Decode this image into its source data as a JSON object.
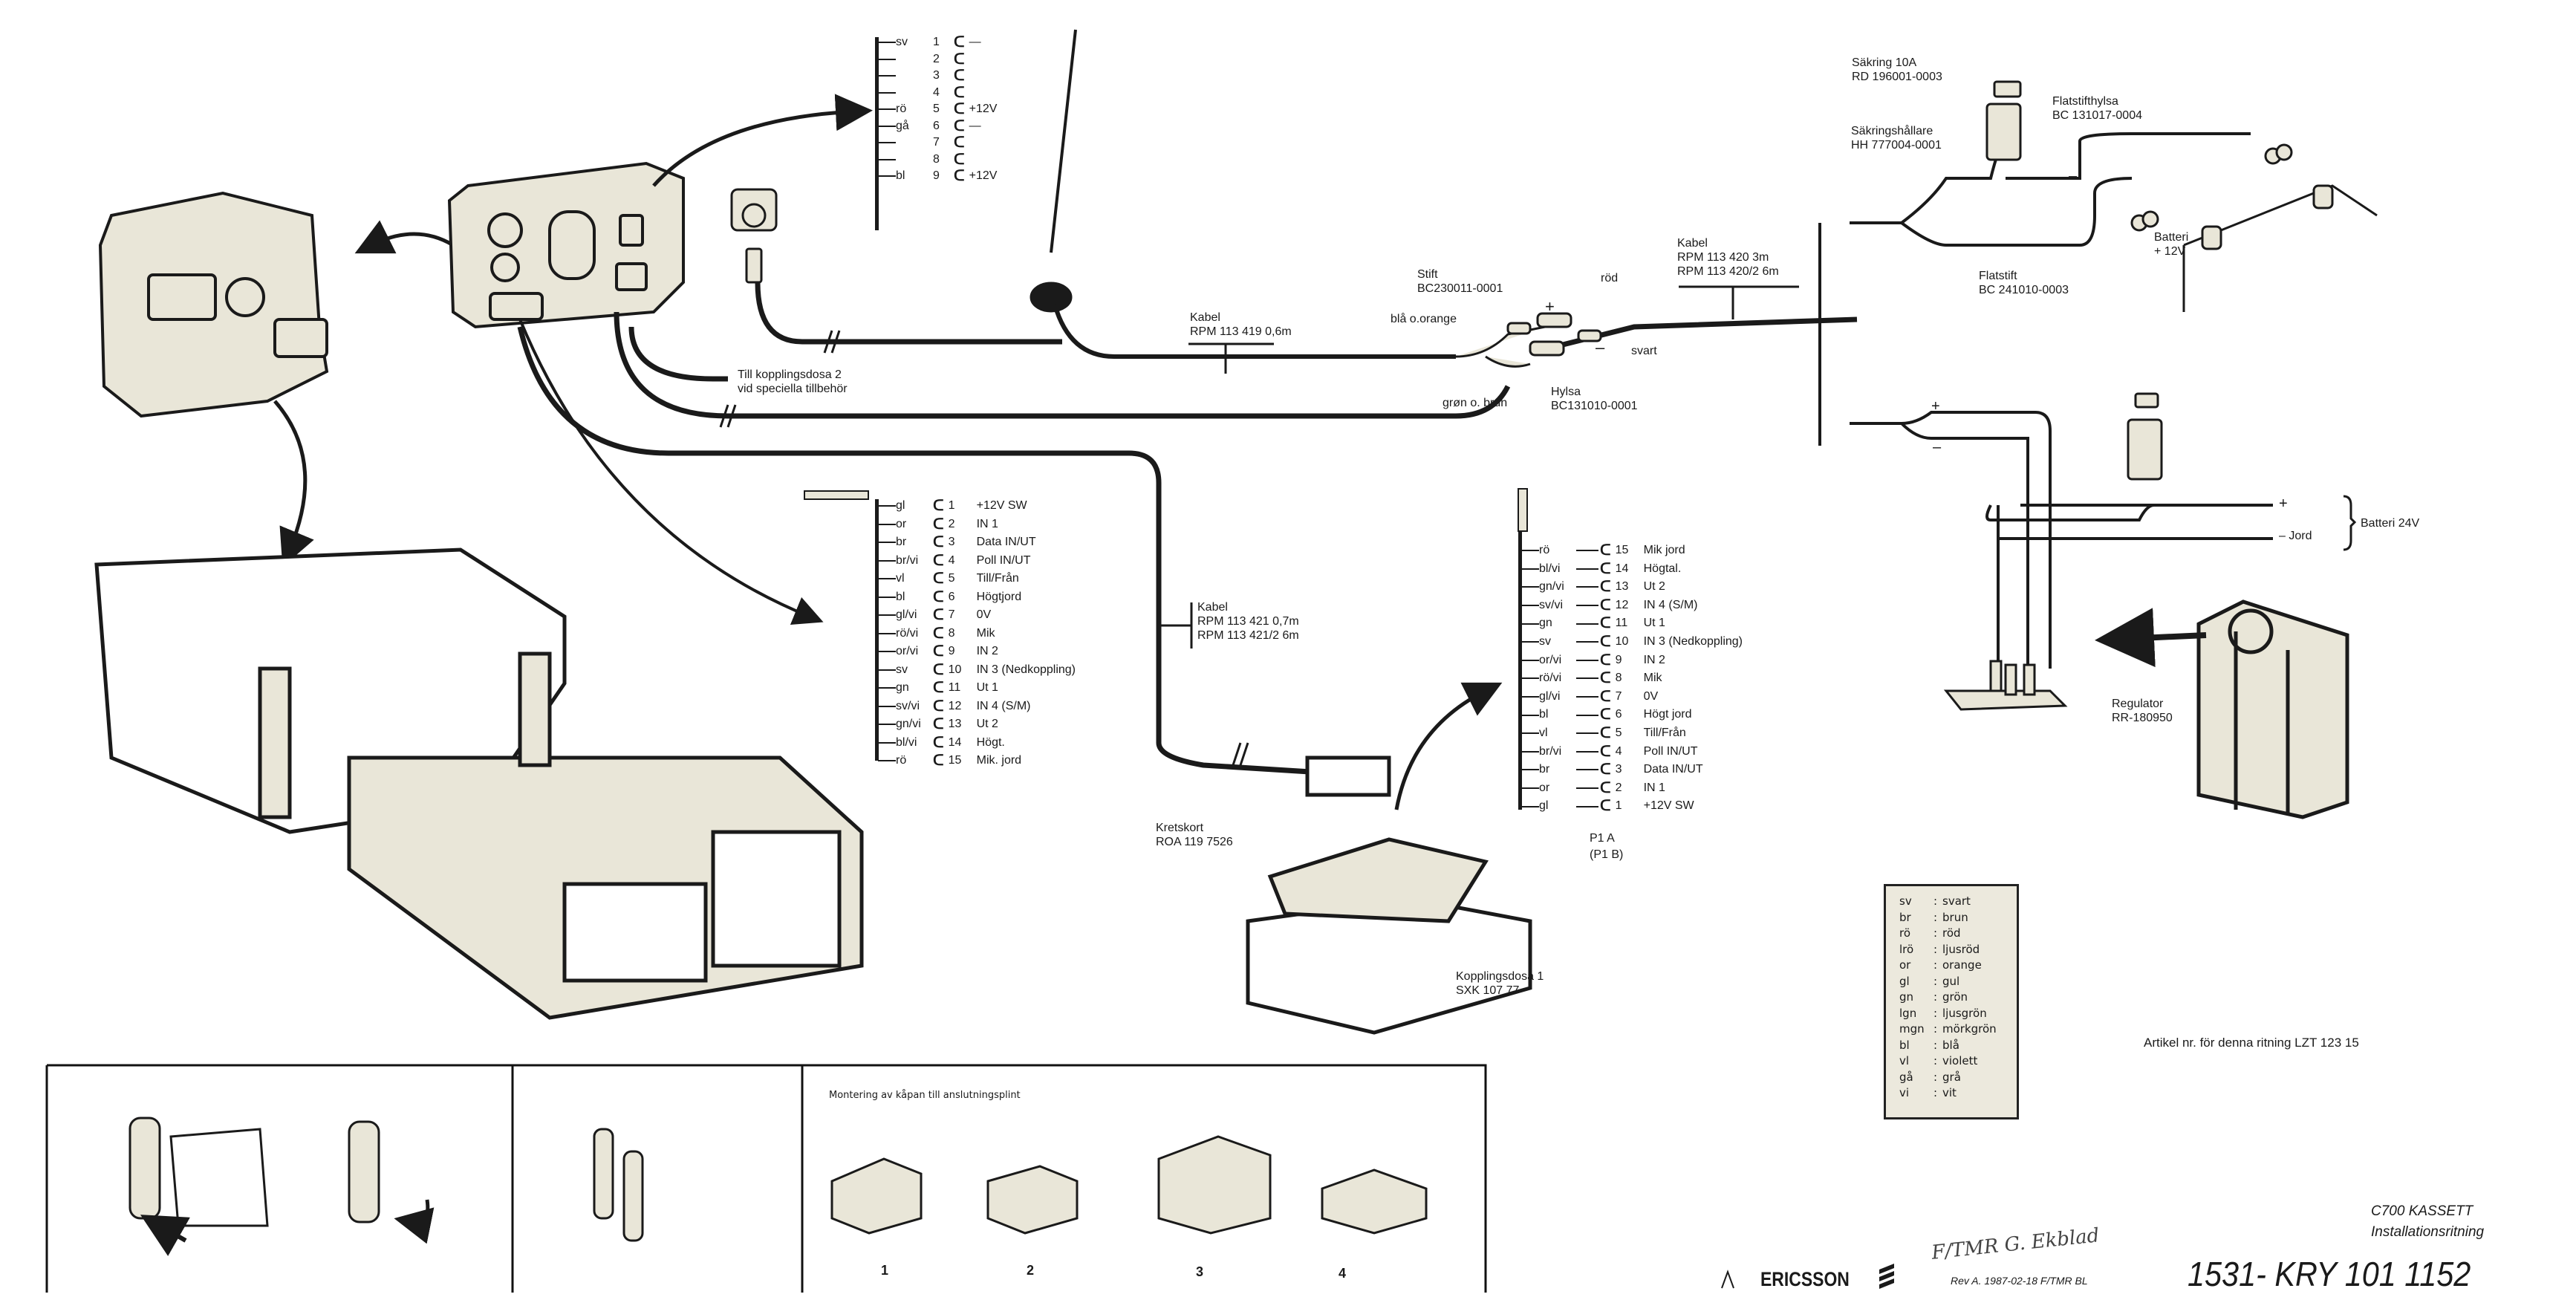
{
  "drawing": {
    "title": "C700 KASSETT",
    "subtitle": "Installationsritning",
    "document_number": "1531- KRY 101 1152",
    "revision": "Rev A.  1987-02-18   F/TMR  BL",
    "signature": "F/TMR G. Ekblad",
    "company": "ERICSSON",
    "article_note": "Artikel nr. för denna ritning LZT 123 15"
  },
  "antenna_connector": {
    "pins": [
      {
        "color": "sv",
        "pin": "1",
        "fn": "—"
      },
      {
        "color": "",
        "pin": "2",
        "fn": ""
      },
      {
        "color": "",
        "pin": "3",
        "fn": ""
      },
      {
        "color": "",
        "pin": "4",
        "fn": ""
      },
      {
        "color": "rö",
        "pin": "5",
        "fn": "+12V"
      },
      {
        "color": "gå",
        "pin": "6",
        "fn": "—"
      },
      {
        "color": "",
        "pin": "7",
        "fn": ""
      },
      {
        "color": "",
        "pin": "8",
        "fn": ""
      },
      {
        "color": "bl",
        "pin": "9",
        "fn": "+12V"
      }
    ]
  },
  "cable_labels": {
    "kabel_419": {
      "title": "Kabel",
      "line1": "RPM 113 419 0,6m"
    },
    "kabel_420": {
      "title": "Kabel",
      "line1": "RPM 113 420   3m",
      "line2": "RPM 113 420/2  6m"
    },
    "kabel_421": {
      "title": "Kabel",
      "line1": "RPM 113 421   0,7m",
      "line2": "RPM 113 421/2  6m"
    },
    "kopplingsdosa2": {
      "line1": "Till kopplingsdosa 2",
      "line2": "vid speciella tillbehör"
    }
  },
  "splice": {
    "stift": {
      "title": "Stift",
      "part": "BC230011-0001"
    },
    "hylsa": {
      "title": "Hylsa",
      "part": "BC131010-0001"
    },
    "bla_orange": "blå o.orange",
    "gron_brun": "grøn o. brun",
    "rod": "röd",
    "svart": "svart",
    "plus": "+",
    "minus": "–"
  },
  "fuse_parts": {
    "sakring": {
      "title": "Säkring 10A",
      "part": "RD 196001-0003"
    },
    "sakringshallare": {
      "title": "Säkringshållare",
      "part": "HH 777004-0001"
    },
    "flatstifthylsa": {
      "title": "Flatstifthylsa",
      "part": "BC 131017-0004"
    },
    "flatstift": {
      "title": "Flatstift",
      "part": "BC 241010-0003"
    },
    "batteri12": {
      "title": "Batteri",
      "value": "+ 12V"
    },
    "batteri24": {
      "label": "Batteri 24V",
      "plus": "+",
      "jord": "– Jord"
    },
    "regulator": {
      "title": "Regulator",
      "part": "RR-180950"
    },
    "plus": "+",
    "minus": "–"
  },
  "control_connector": {
    "pins": [
      {
        "color": "gl",
        "pin": "1",
        "fn": "+12V SW"
      },
      {
        "color": "or",
        "pin": "2",
        "fn": "IN 1"
      },
      {
        "color": "br",
        "pin": "3",
        "fn": "Data IN/UT"
      },
      {
        "color": "br/vi",
        "pin": "4",
        "fn": "Poll IN/UT"
      },
      {
        "color": "vl",
        "pin": "5",
        "fn": "Till/Från"
      },
      {
        "color": "bl",
        "pin": "6",
        "fn": "Högtjord"
      },
      {
        "color": "gl/vi",
        "pin": "7",
        "fn": "0V"
      },
      {
        "color": "rö/vi",
        "pin": "8",
        "fn": "Mik"
      },
      {
        "color": "or/vi",
        "pin": "9",
        "fn": "IN 2"
      },
      {
        "color": "sv",
        "pin": "10",
        "fn": "IN 3 (Nedkoppling)"
      },
      {
        "color": "gn",
        "pin": "11",
        "fn": "Ut 1"
      },
      {
        "color": "sv/vi",
        "pin": "12",
        "fn": "IN 4 (S/M)"
      },
      {
        "color": "gn/vi",
        "pin": "13",
        "fn": "Ut 2"
      },
      {
        "color": "bl/vi",
        "pin": "14",
        "fn": "Högt."
      },
      {
        "color": "rö",
        "pin": "15",
        "fn": "Mik. jord"
      }
    ]
  },
  "p1_connector": {
    "label": "P1 A",
    "label_alt": "(P1 B)",
    "pins": [
      {
        "color": "rö",
        "pin": "15",
        "fn": "Mik jord"
      },
      {
        "color": "bl/vi",
        "pin": "14",
        "fn": "Högtal."
      },
      {
        "color": "gn/vi",
        "pin": "13",
        "fn": "Ut 2"
      },
      {
        "color": "sv/vi",
        "pin": "12",
        "fn": "IN 4 (S/M)"
      },
      {
        "color": "gn",
        "pin": "11",
        "fn": "Ut 1"
      },
      {
        "color": "sv",
        "pin": "10",
        "fn": "IN 3 (Nedkoppling)"
      },
      {
        "color": "or/vi",
        "pin": "9",
        "fn": "IN 2"
      },
      {
        "color": "rö/vi",
        "pin": "8",
        "fn": "Mik"
      },
      {
        "color": "gl/vi",
        "pin": "7",
        "fn": "0V"
      },
      {
        "color": "bl",
        "pin": "6",
        "fn": "Högt jord"
      },
      {
        "color": "vl",
        "pin": "5",
        "fn": "Till/Från"
      },
      {
        "color": "br/vi",
        "pin": "4",
        "fn": "Poll IN/UT"
      },
      {
        "color": "br",
        "pin": "3",
        "fn": "Data IN/UT"
      },
      {
        "color": "or",
        "pin": "2",
        "fn": "IN 1"
      },
      {
        "color": "gl",
        "pin": "1",
        "fn": "+12V SW"
      }
    ]
  },
  "junction_box": {
    "kretskort": {
      "title": "Kretskort",
      "part": "ROA 119 7526"
    },
    "kopplingsdosa": {
      "title": "Kopplingsdosa 1",
      "part": "SXK 107 77"
    }
  },
  "legend": {
    "rows": [
      {
        "code": "sv",
        "name": "svart"
      },
      {
        "code": "br",
        "name": "brun"
      },
      {
        "code": "rö",
        "name": "röd"
      },
      {
        "code": "lrö",
        "name": "ljusröd"
      },
      {
        "code": "or",
        "name": "orange"
      },
      {
        "code": "gl",
        "name": "gul"
      },
      {
        "code": "gn",
        "name": "grön"
      },
      {
        "code": "lgn",
        "name": "ljusgrön"
      },
      {
        "code": "mgn",
        "name": "mörkgrön"
      },
      {
        "code": "bl",
        "name": "blå"
      },
      {
        "code": "vl",
        "name": "violett"
      },
      {
        "code": "gå",
        "name": "grå"
      },
      {
        "code": "vi",
        "name": "vit"
      }
    ]
  },
  "assembly_panel": {
    "title": "Montering av kåpan till anslutningsplint",
    "steps": [
      "1",
      "2",
      "3",
      "4"
    ]
  },
  "colors": {
    "line": "#1a1a1a",
    "part_fill": "#e9e6d8",
    "paper": "#ffffff"
  }
}
